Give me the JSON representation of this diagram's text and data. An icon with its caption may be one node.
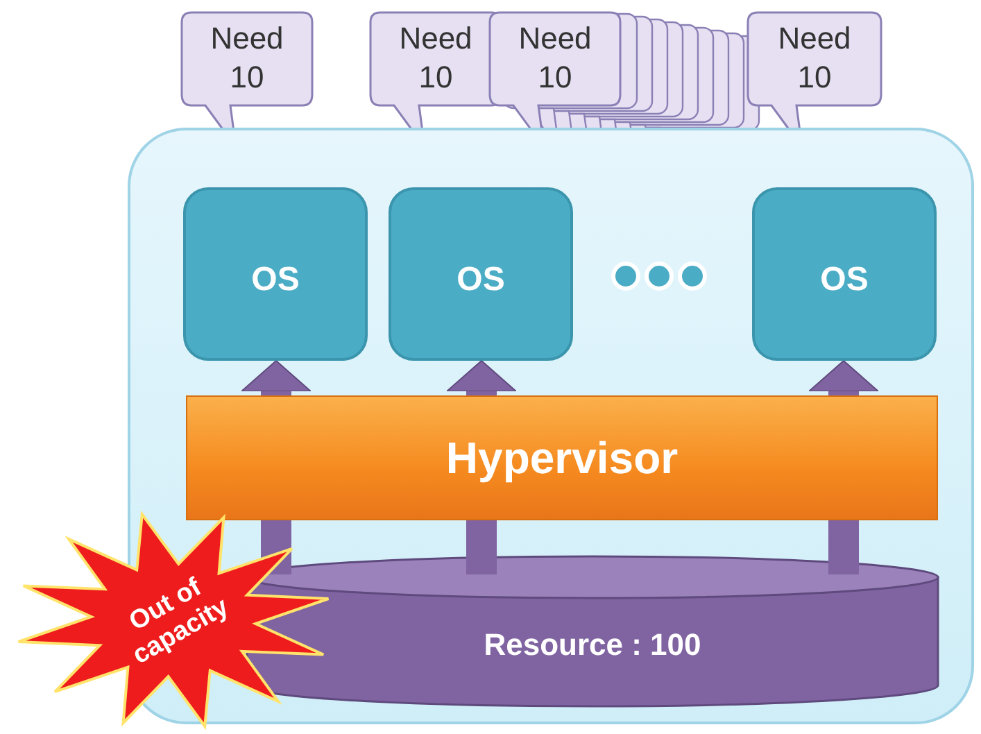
{
  "diagram": {
    "nodes": [
      {
        "text": [
          "Need 10"
        ]
      },
      {
        "text": [
          "Need 10"
        ]
      },
      {
        "text": [
          "Need 10"
        ]
      },
      {
        "text": [
          "Need 10"
        ]
      },
      {
        "text": [],
        "shape": "box"
      },
      {
        "text": [
          "OS"
        ],
        "in": 4
      },
      {
        "text": [
          "OS"
        ],
        "in": 4
      },
      {
        "text": [
          "OS"
        ],
        "in": 4
      },
      {
        "text": [
          "Hypervisor"
        ],
        "in": 4
      },
      {
        "text": [
          "Resource : 100"
        ],
        "in": 4
      },
      {
        "text": [
          "Out of capacity"
        ]
      }
    ],
    "edges": [
      {
        "from": 9,
        "to": 8,
        "arrow": "none"
      },
      {
        "from": 8,
        "to": 5,
        "arrow": "to"
      },
      {
        "from": 9,
        "to": 8,
        "arrow": "none"
      },
      {
        "from": 8,
        "to": 6,
        "arrow": "to"
      },
      {
        "from": 9,
        "to": 8,
        "arrow": "none"
      },
      {
        "from": 8,
        "to": 7,
        "arrow": "to"
      }
    ]
  }
}
